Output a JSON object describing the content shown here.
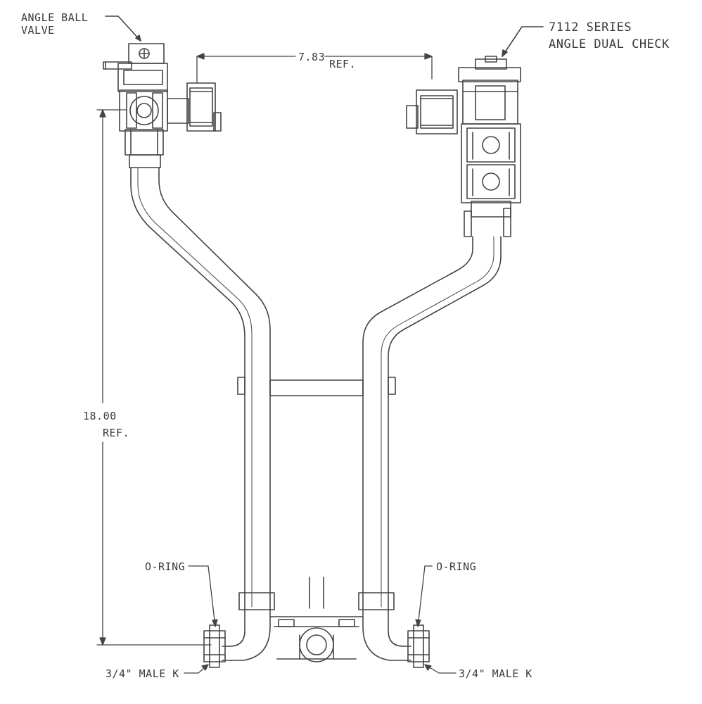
{
  "labels": {
    "angle_ball_valve_line1": "ANGLE BALL",
    "angle_ball_valve_line2": "VALVE",
    "series_line1": "7112 SERIES",
    "series_line2": "ANGLE DUAL CHECK",
    "dim_width_value": "7.83",
    "dim_width_ref": "REF.",
    "dim_height_value": "18.00",
    "dim_height_ref": "REF.",
    "oring_left": "O-RING",
    "oring_right": "O-RING",
    "male_left": "3/4\" MALE K",
    "male_right": "3/4\" MALE K"
  }
}
